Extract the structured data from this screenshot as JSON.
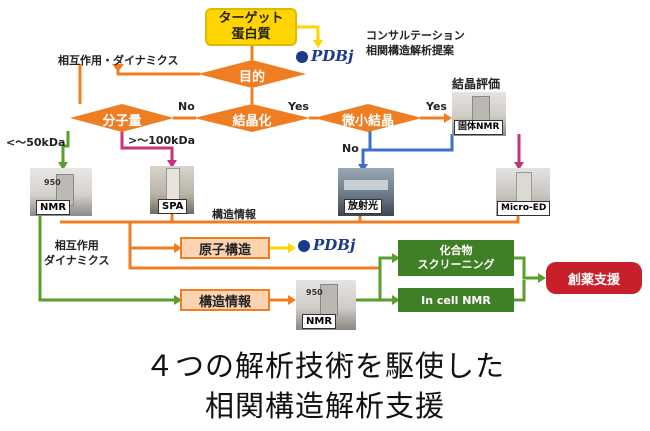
{
  "nodes": {
    "target": "ターゲット\n蛋白質",
    "purpose": "目的",
    "molecular_weight": "分子量",
    "crystallization": "結晶化",
    "microcrystal": "微小結晶",
    "atomic_structure": "原子構造",
    "structure_info": "構造情報",
    "compound_screening": "化合物\nスクリーニング",
    "in_cell_nmr": "In cell NMR",
    "drug_discovery": "創薬支援"
  },
  "labels": {
    "consultation": "コンサルテーション\n相関構造解析提案",
    "interaction_dynamics_top": "相互作用・ダイナミクス",
    "crystal_evaluation": "結晶評価",
    "no_1": "No",
    "yes_1": "Yes",
    "yes_2": "Yes",
    "no_2": "No",
    "under_50kda": "<～50kDa",
    "over_100kda": ">～100kDa",
    "structure_info_mid": "構造情報",
    "interaction_dynamics_left": "相互作用\nダイナミクス"
  },
  "photos": {
    "nmr_left": "NMR",
    "spa": "SPA",
    "xray": "放射光",
    "micro_ed": "Micro-ED",
    "solid_nmr": "固体NMR",
    "nmr_bottom": "NMR",
    "magnet_text": "950"
  },
  "logo": {
    "text": "PDBj"
  },
  "caption": {
    "line1": "４つの解析技術を駆使した",
    "line2": "相関構造解析支援"
  },
  "colors": {
    "orange": "#ef7d22",
    "yellow": "#ffd400",
    "green": "#5a9e2e",
    "dark_green": "#3f7f26",
    "blue": "#3b6fc8",
    "magenta": "#c2357a",
    "red": "#c8202a",
    "peach": "#fbd3b0",
    "light_yellow": "#fff4b0"
  }
}
